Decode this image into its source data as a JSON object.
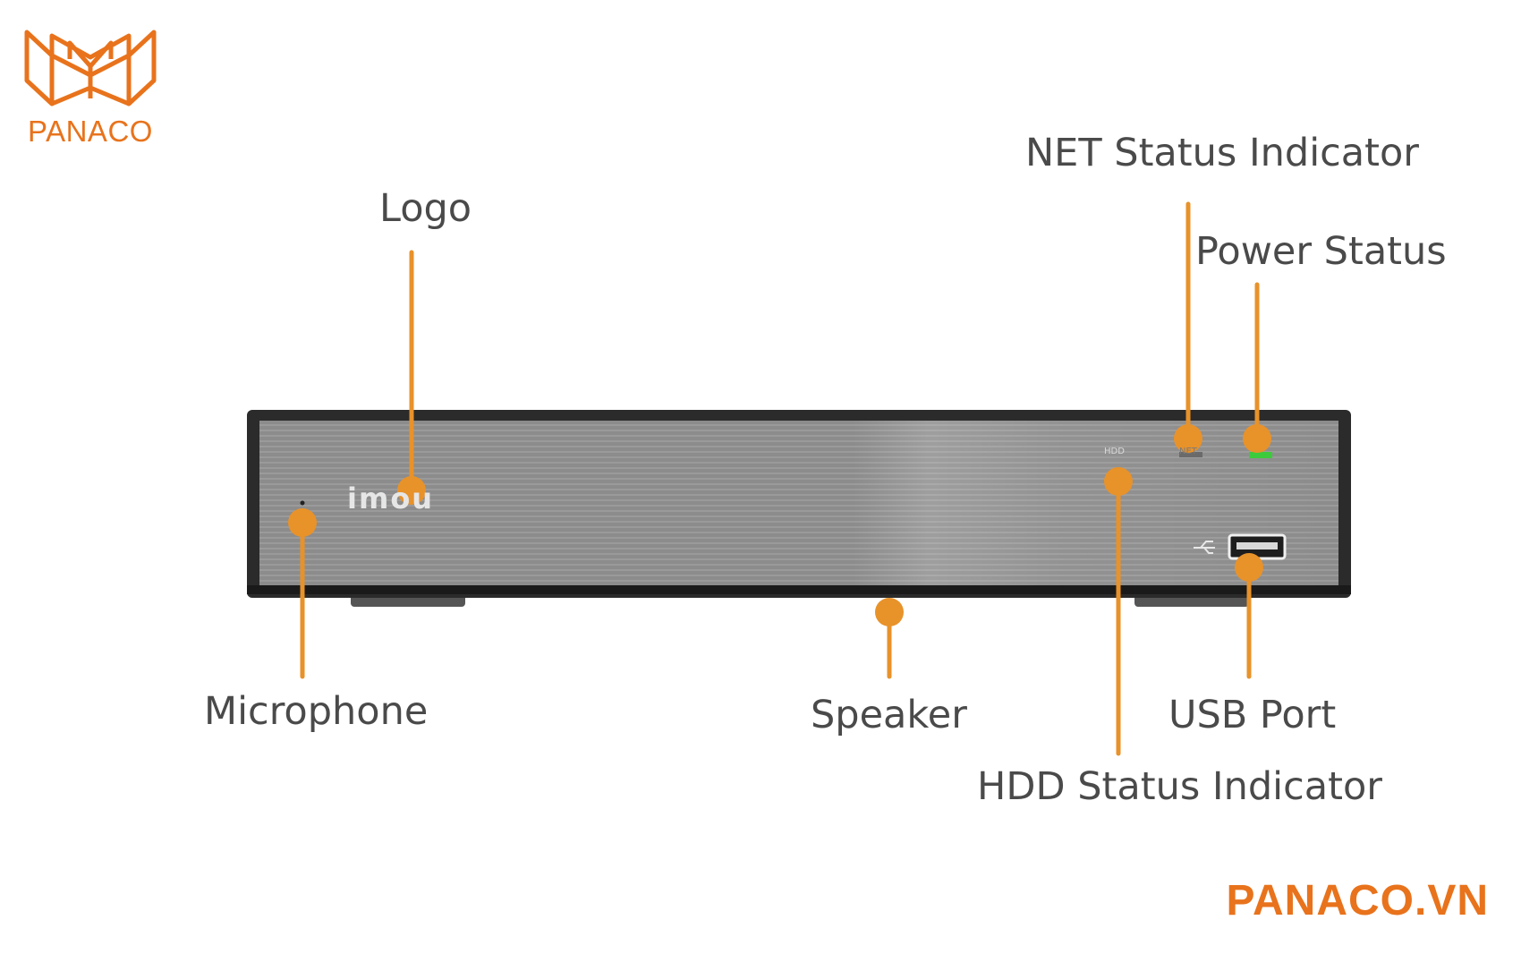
{
  "brand": {
    "logo_text": "PANACO",
    "footer_text": "PANACO.VN",
    "accent_color": "#e8731c"
  },
  "device": {
    "brand_text": "imou",
    "hdd_mark": "HDD",
    "net_mark": "NET"
  },
  "callouts": {
    "logo": "Logo",
    "net_status": "NET Status Indicator",
    "power_status": "Power Status",
    "microphone": "Microphone",
    "speaker": "Speaker",
    "usb_port": "USB Port",
    "hdd_status": "HDD Status Indicator"
  }
}
